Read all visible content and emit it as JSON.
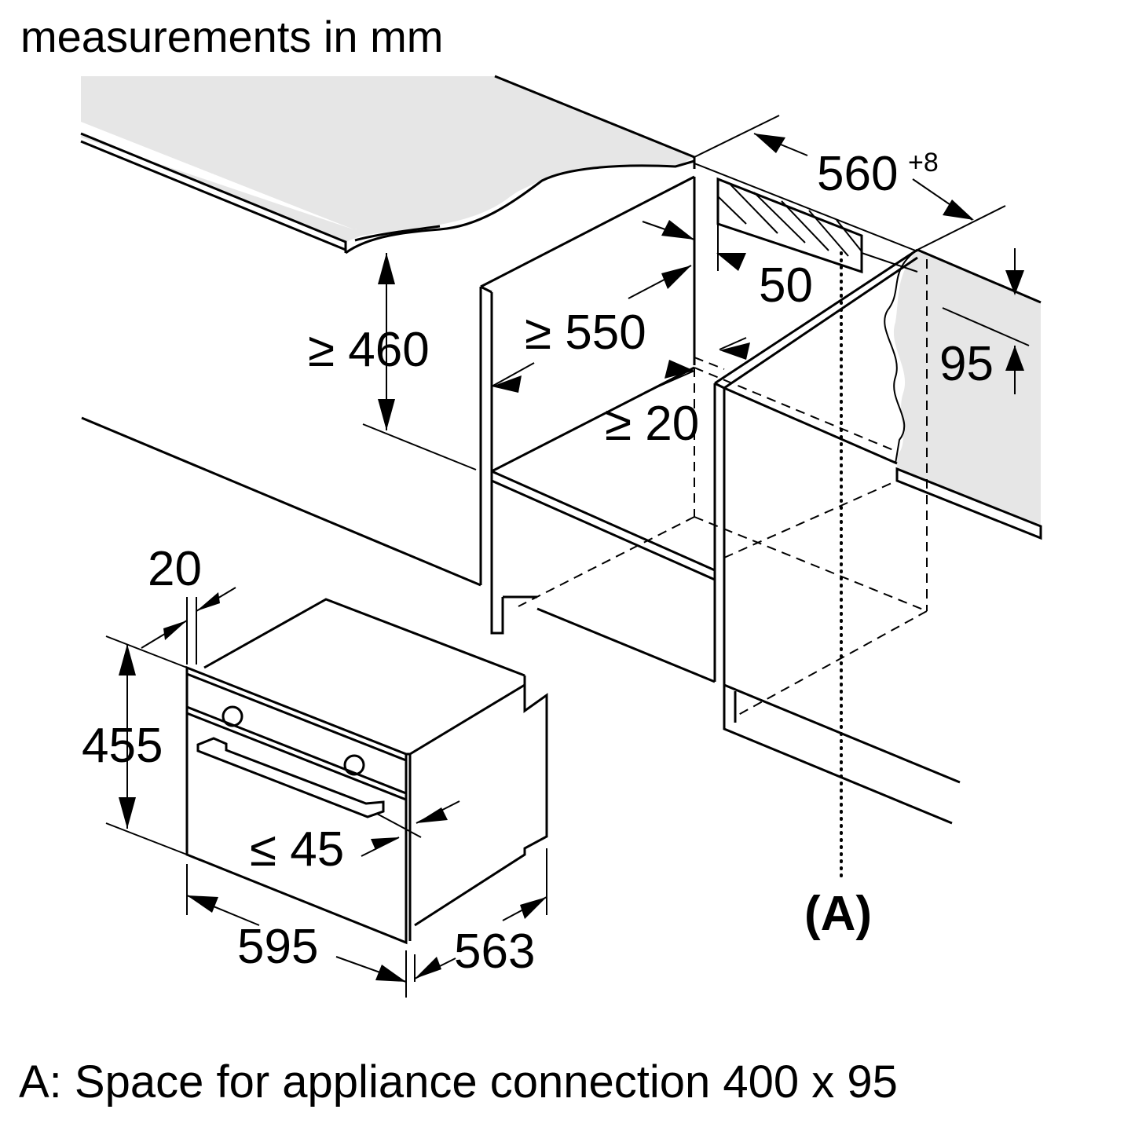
{
  "header": {
    "title": "measurements in mm"
  },
  "dimensions": {
    "niche_width": "560",
    "niche_width_tolerance": "+8",
    "rear_gap": "50",
    "worktop_clearance": "≥ 460",
    "niche_depth": "≥ 550",
    "side_panel": "≥ 20",
    "socket_height": "95",
    "oven_front_overhang": "20",
    "oven_height": "455",
    "door_protrusion": "≤ 45",
    "oven_width": "595",
    "oven_depth": "563"
  },
  "labels": {
    "connection_marker": "(A)"
  },
  "footer": {
    "note": "A: Space for appliance connection 400 x 95"
  },
  "colors": {
    "worktop_fill": "#e6e6e6",
    "line": "#000000"
  }
}
